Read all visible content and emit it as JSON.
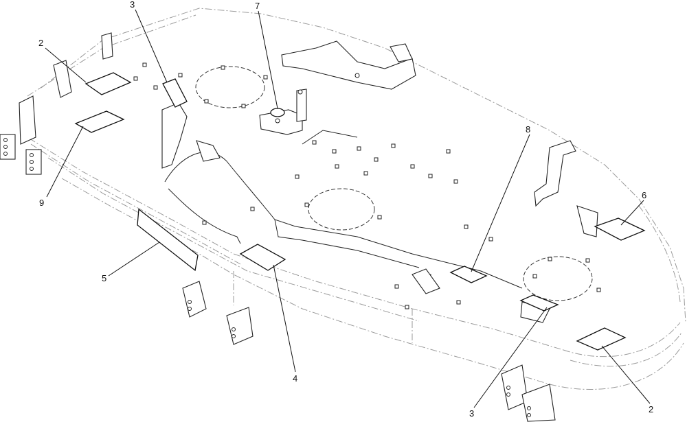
{
  "callouts": [
    {
      "id": "c2a",
      "label": "2"
    },
    {
      "id": "c3a",
      "label": "3"
    },
    {
      "id": "c7",
      "label": "7"
    },
    {
      "id": "c9",
      "label": "9"
    },
    {
      "id": "c8",
      "label": "8"
    },
    {
      "id": "c6",
      "label": "6"
    },
    {
      "id": "c5",
      "label": "5"
    },
    {
      "id": "c4",
      "label": "4"
    },
    {
      "id": "c3b",
      "label": "3"
    },
    {
      "id": "c2b",
      "label": "2"
    }
  ]
}
